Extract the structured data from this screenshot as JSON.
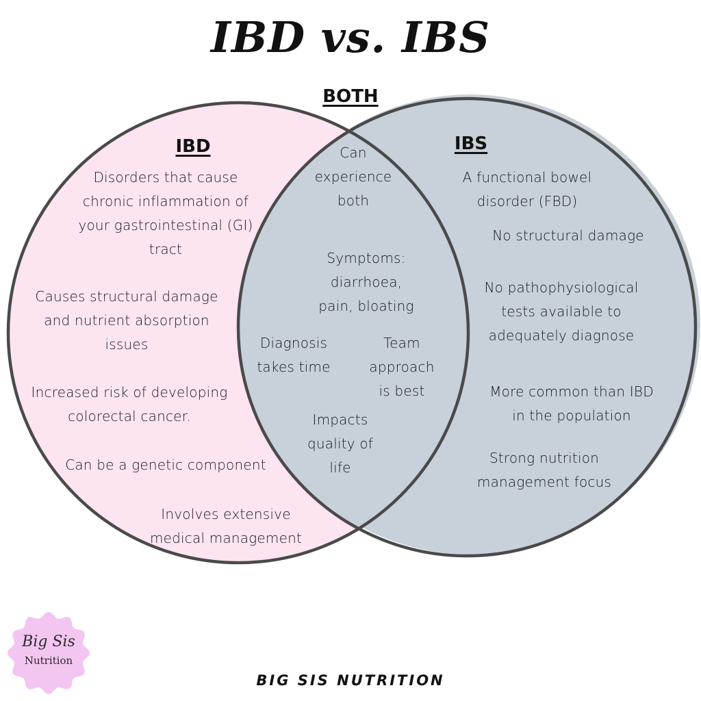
{
  "title": "IBD vs. IBS",
  "colors": {
    "ibd_fill": "#fde4f1",
    "ibs_fill": "#c8d0da",
    "stroke": "#4a4a4a",
    "logo_fill": "#f3c6f1"
  },
  "both": {
    "heading": "BOTH",
    "items": [
      "Can\nexperience\nboth",
      "Symptoms:\ndiarrhoea,\npain, bloating",
      "Diagnosis\ntakes time",
      "Team\napproach\nis best",
      "Impacts\nquality of\nlife"
    ]
  },
  "ibd": {
    "heading": "IBD",
    "items": [
      "Disorders that cause\nchronic inflammation of\nyour gastrointestinal (GI)\ntract",
      "Causes structural damage\nand nutrient absorption\nissues",
      "Increased risk of developing\ncolorectal cancer.",
      "Can be a genetic component",
      "Involves extensive\nmedical management"
    ]
  },
  "ibs": {
    "heading": "IBS",
    "items": [
      "A functional bowel\ndisorder (FBD)",
      "No structural damage",
      "No pathophysiological\ntests available to\nadequately diagnose",
      "More common than IBD\nin the population",
      "Strong nutrition\nmanagement focus"
    ]
  },
  "logo": {
    "line1": "Big Sis",
    "line2": "Nutrition"
  },
  "footer": "BIG SIS NUTRITION"
}
